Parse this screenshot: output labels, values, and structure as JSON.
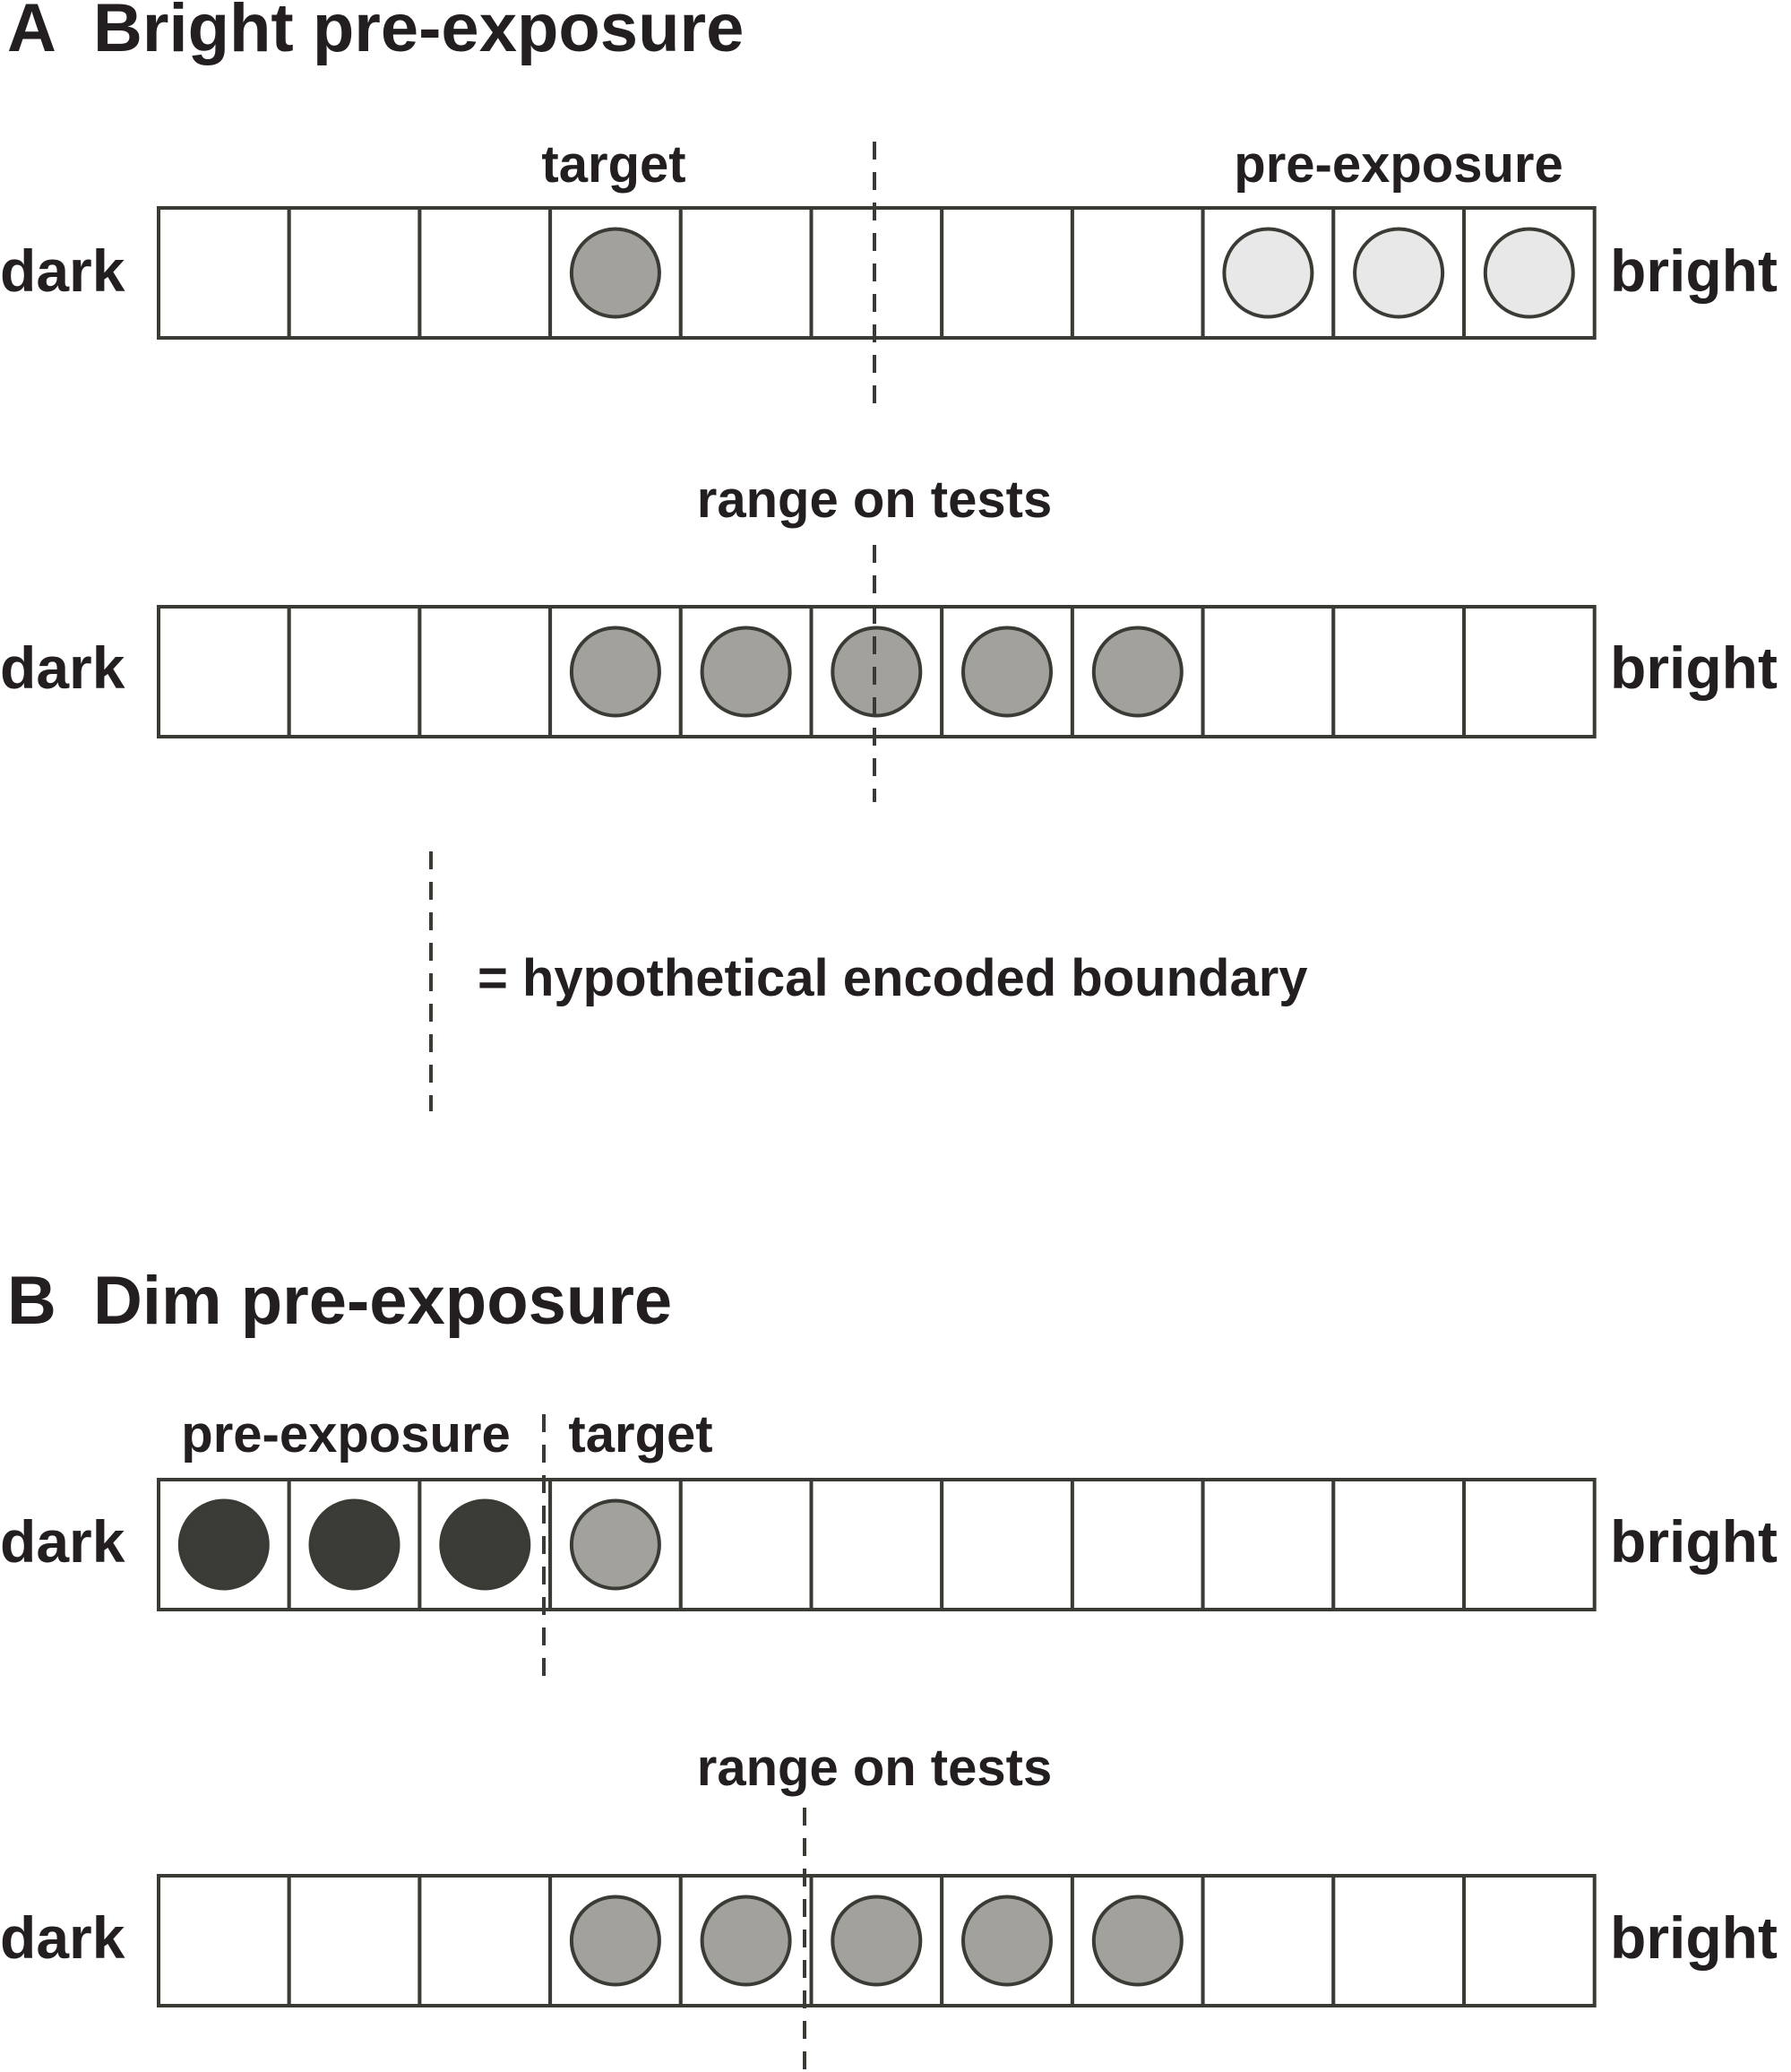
{
  "colors": {
    "target": "#a3a19b",
    "bright": "#e8e8e8",
    "dark": "#3b3c37",
    "outline": "#3b3b36",
    "empty": "#ffffff"
  },
  "panels": [
    {
      "letter": "A",
      "title": "Bright pre-exposure",
      "rows": [
        {
          "left_label": "dark",
          "right_label": "bright",
          "cells": [
            "empty",
            "empty",
            "empty",
            "target",
            "empty",
            "empty",
            "empty",
            "empty",
            "bright",
            "bright",
            "bright"
          ],
          "labels": [
            "target",
            "pre-exposure"
          ]
        },
        {
          "left_label": "dark",
          "right_label": "bright",
          "cells": [
            "empty",
            "empty",
            "empty",
            "target",
            "target",
            "target",
            "target",
            "target",
            "empty",
            "empty",
            "empty"
          ],
          "labels": [
            "range on tests"
          ]
        }
      ],
      "legend": "= hypothetical encoded boundary"
    },
    {
      "letter": "B",
      "title": "Dim pre-exposure",
      "rows": [
        {
          "left_label": "dark",
          "right_label": "bright",
          "cells": [
            "dark",
            "dark",
            "dark",
            "target",
            "empty",
            "empty",
            "empty",
            "empty",
            "empty",
            "empty",
            "empty"
          ],
          "labels": [
            "pre-exposure",
            "target"
          ]
        },
        {
          "left_label": "dark",
          "right_label": "bright",
          "cells": [
            "empty",
            "empty",
            "empty",
            "target",
            "target",
            "target",
            "target",
            "target",
            "empty",
            "empty",
            "empty"
          ],
          "labels": [
            "range on tests"
          ]
        }
      ]
    }
  ]
}
